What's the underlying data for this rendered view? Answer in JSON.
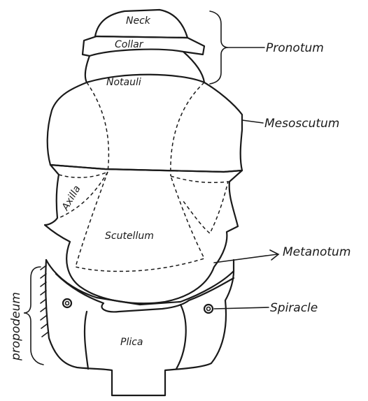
{
  "labels": {
    "neck": "Neck",
    "collar": "Collar",
    "notauli": "Notauli",
    "axilla": "Axilla",
    "scutellum": "Scutellum",
    "plica": "Plica",
    "pronotum": "Pronotum",
    "mesoscutum": "Mesoscutum",
    "metanotum": "Metanotum",
    "spiracle": "Spiracle",
    "propodeum": "propodeum"
  },
  "colors": {
    "ink": "#1a1a1a",
    "paper": "#ffffff"
  }
}
